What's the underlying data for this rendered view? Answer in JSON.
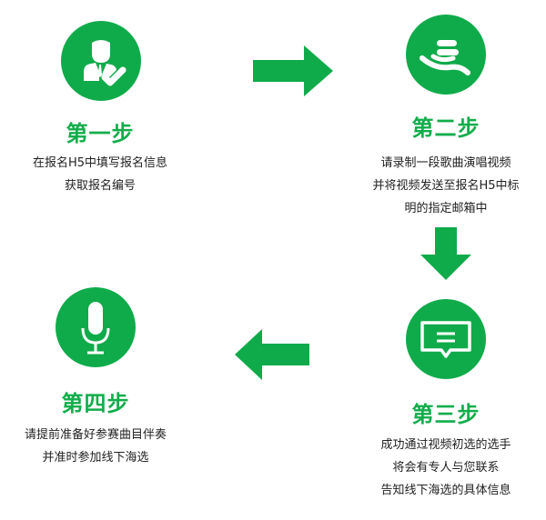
{
  "accent_color": "#0fab4a",
  "steps": [
    {
      "title": "第一步",
      "icon": "user-check-icon",
      "lines": [
        "在报名H5中填写报名信息",
        "获取报名编号"
      ]
    },
    {
      "title": "第二步",
      "icon": "hand-coins-icon",
      "lines": [
        "请录制一段歌曲演唱视频",
        "并将视频发送至报名H5中标",
        "明的指定邮箱中"
      ]
    },
    {
      "title": "第三步",
      "icon": "message-icon",
      "lines": [
        "成功通过视频初选的选手",
        "将会有专人与您联系",
        "告知线下海选的具体信息"
      ]
    },
    {
      "title": "第四步",
      "icon": "microphone-icon",
      "lines": [
        "请提前准备好参赛曲目伴奏",
        "并准时参加线下海选"
      ]
    }
  ]
}
